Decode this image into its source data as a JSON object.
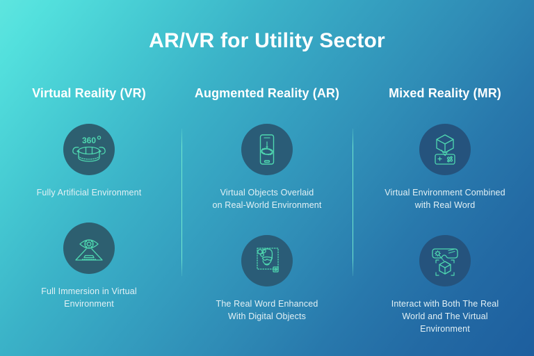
{
  "poster": {
    "title": "AR/VR for Utility Sector",
    "background": {
      "from": "#53e0dd",
      "to": "#1d5e9e"
    },
    "divider_color": "#76ecce",
    "circle_color": "#2d5f70",
    "icon_stroke_color": "#4fd8b0",
    "title_color": "#ffffff",
    "caption_color": "#e3f1f5"
  },
  "columns": [
    {
      "title": "Virtual Reality (VR)",
      "cards": [
        {
          "icon": "vr-headset-360-icon",
          "caption_lines": [
            "Fully Artificial Environment"
          ]
        },
        {
          "icon": "eye-immersion-icon",
          "caption_lines": [
            "Full Immersion in Virtual",
            "Environment"
          ]
        }
      ]
    },
    {
      "title": "Augmented Reality (AR)",
      "cards": [
        {
          "icon": "smartphone-ar-icon",
          "caption_lines": [
            "Virtual Objects Overlaid",
            "on Real-World Environment"
          ]
        },
        {
          "icon": "face-ar-glasses-scan-icon",
          "caption_lines": [
            "The Real Word Enhanced",
            "With Digital Objects"
          ]
        }
      ]
    },
    {
      "title": "Mixed Reality (MR)",
      "cards": [
        {
          "icon": "cube-projection-device-icon",
          "caption_lines": [
            "Virtual Environment Combined",
            "with Real Word"
          ]
        },
        {
          "icon": "mr-glasses-cube-scan-icon",
          "caption_lines": [
            "Interact with Both The Real",
            "World and The Virtual",
            "Environment"
          ]
        }
      ]
    }
  ]
}
